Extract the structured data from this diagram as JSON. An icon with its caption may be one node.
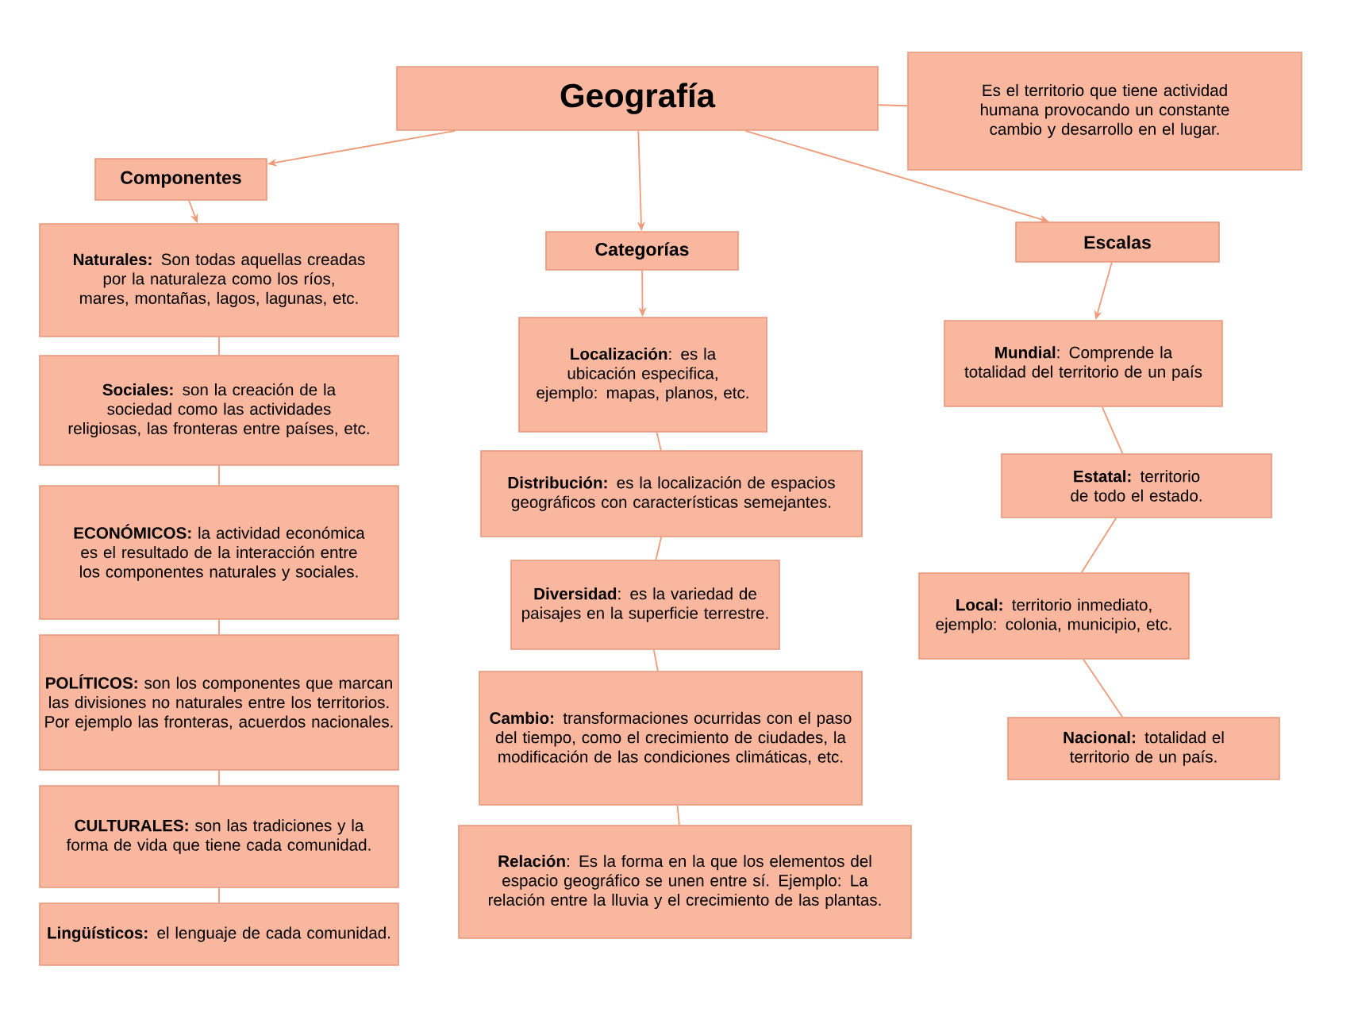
{
  "diagram": {
    "nodes": [
      {
        "text": [
          "Geografía"
        ]
      },
      {
        "text": [
          "Es el territorio que tiene actividad humana provocando un constante cambio y desarrollo en el lugar."
        ]
      },
      {
        "text": [
          "Componentes"
        ]
      },
      {
        "text": [
          "**Naturales:** Son todas aquellas creadas por la naturaleza como los ríos, mares, montañas, lagos, lagunas, etc."
        ]
      },
      {
        "text": [
          "**Sociales:** son la creación de la sociedad como las actividades religiosas, las fronteras entre países, etc."
        ]
      },
      {
        "text": [
          "**ECONÓMICOS:** la actividad económica es el resultado de la interacción entre los componentes naturales y sociales."
        ]
      },
      {
        "text": [
          "**POLÍTICOS:** son los componentes que marcan las divisiones no naturales entre los territorios. Por ejemplo las fronteras, acuerdos nacionales."
        ]
      },
      {
        "text": [
          "**CULTURALES:** son las tradiciones y la forma de vida que tiene cada comunidad."
        ]
      },
      {
        "text": [
          "**Lingüísticos:** el lenguaje de cada comunidad."
        ]
      },
      {
        "text": [
          "Categorías"
        ]
      },
      {
        "text": [
          "**Localización**: es la ubicación especifica, ejemplo: mapas, planos, etc."
        ]
      },
      {
        "text": [
          "**Distribución:** es la localización de espacios geográficos con características semejantes."
        ]
      },
      {
        "text": [
          "**Diversidad**: es la variedad de paisajes en la superficie terrestre."
        ]
      },
      {
        "text": [
          "**Cambio:** transformaciones ocurridas con el paso del tiempo, como el crecimiento de ciudades, la modificación de las condiciones climáticas, etc."
        ]
      },
      {
        "text": [
          "**Relación**: Es la forma en la que los elementos del espacio geográfico se unen entre sí. Ejemplo: La relación entre la lluvia y el crecimiento de las plantas."
        ]
      },
      {
        "text": [
          "Escalas"
        ]
      },
      {
        "text": [
          "**Mundial**: Comprende la totalidad del territorio de un país"
        ]
      },
      {
        "text": [
          "**Estatal:** territorio de todo el estado."
        ]
      },
      {
        "text": [
          "**Local:** territorio inmediato, ejemplo: colonia, municipio, etc."
        ]
      },
      {
        "text": [
          "**Nacional:** totalidad el territorio de un país."
        ]
      }
    ],
    "edges": [
      {
        "from": 0,
        "to": 1,
        "arrow": "none"
      },
      {
        "from": 0,
        "to": 2,
        "arrow": "to"
      },
      {
        "from": 0,
        "to": 9,
        "arrow": "to"
      },
      {
        "from": 0,
        "to": 15,
        "arrow": "to"
      },
      {
        "from": 2,
        "to": 3,
        "arrow": "to"
      },
      {
        "from": 3,
        "to": 4,
        "arrow": "none"
      },
      {
        "from": 4,
        "to": 5,
        "arrow": "none"
      },
      {
        "from": 5,
        "to": 6,
        "arrow": "none"
      },
      {
        "from": 6,
        "to": 7,
        "arrow": "none"
      },
      {
        "from": 7,
        "to": 8,
        "arrow": "none"
      },
      {
        "from": 9,
        "to": 10,
        "arrow": "to"
      },
      {
        "from": 10,
        "to": 11,
        "arrow": "none"
      },
      {
        "from": 11,
        "to": 12,
        "arrow": "none"
      },
      {
        "from": 12,
        "to": 13,
        "arrow": "none"
      },
      {
        "from": 13,
        "to": 14,
        "arrow": "none"
      },
      {
        "from": 15,
        "to": 16,
        "arrow": "to"
      },
      {
        "from": 16,
        "to": 17,
        "arrow": "none"
      },
      {
        "from": 17,
        "to": 18,
        "arrow": "none"
      },
      {
        "from": 18,
        "to": 19,
        "arrow": "none"
      }
    ]
  }
}
